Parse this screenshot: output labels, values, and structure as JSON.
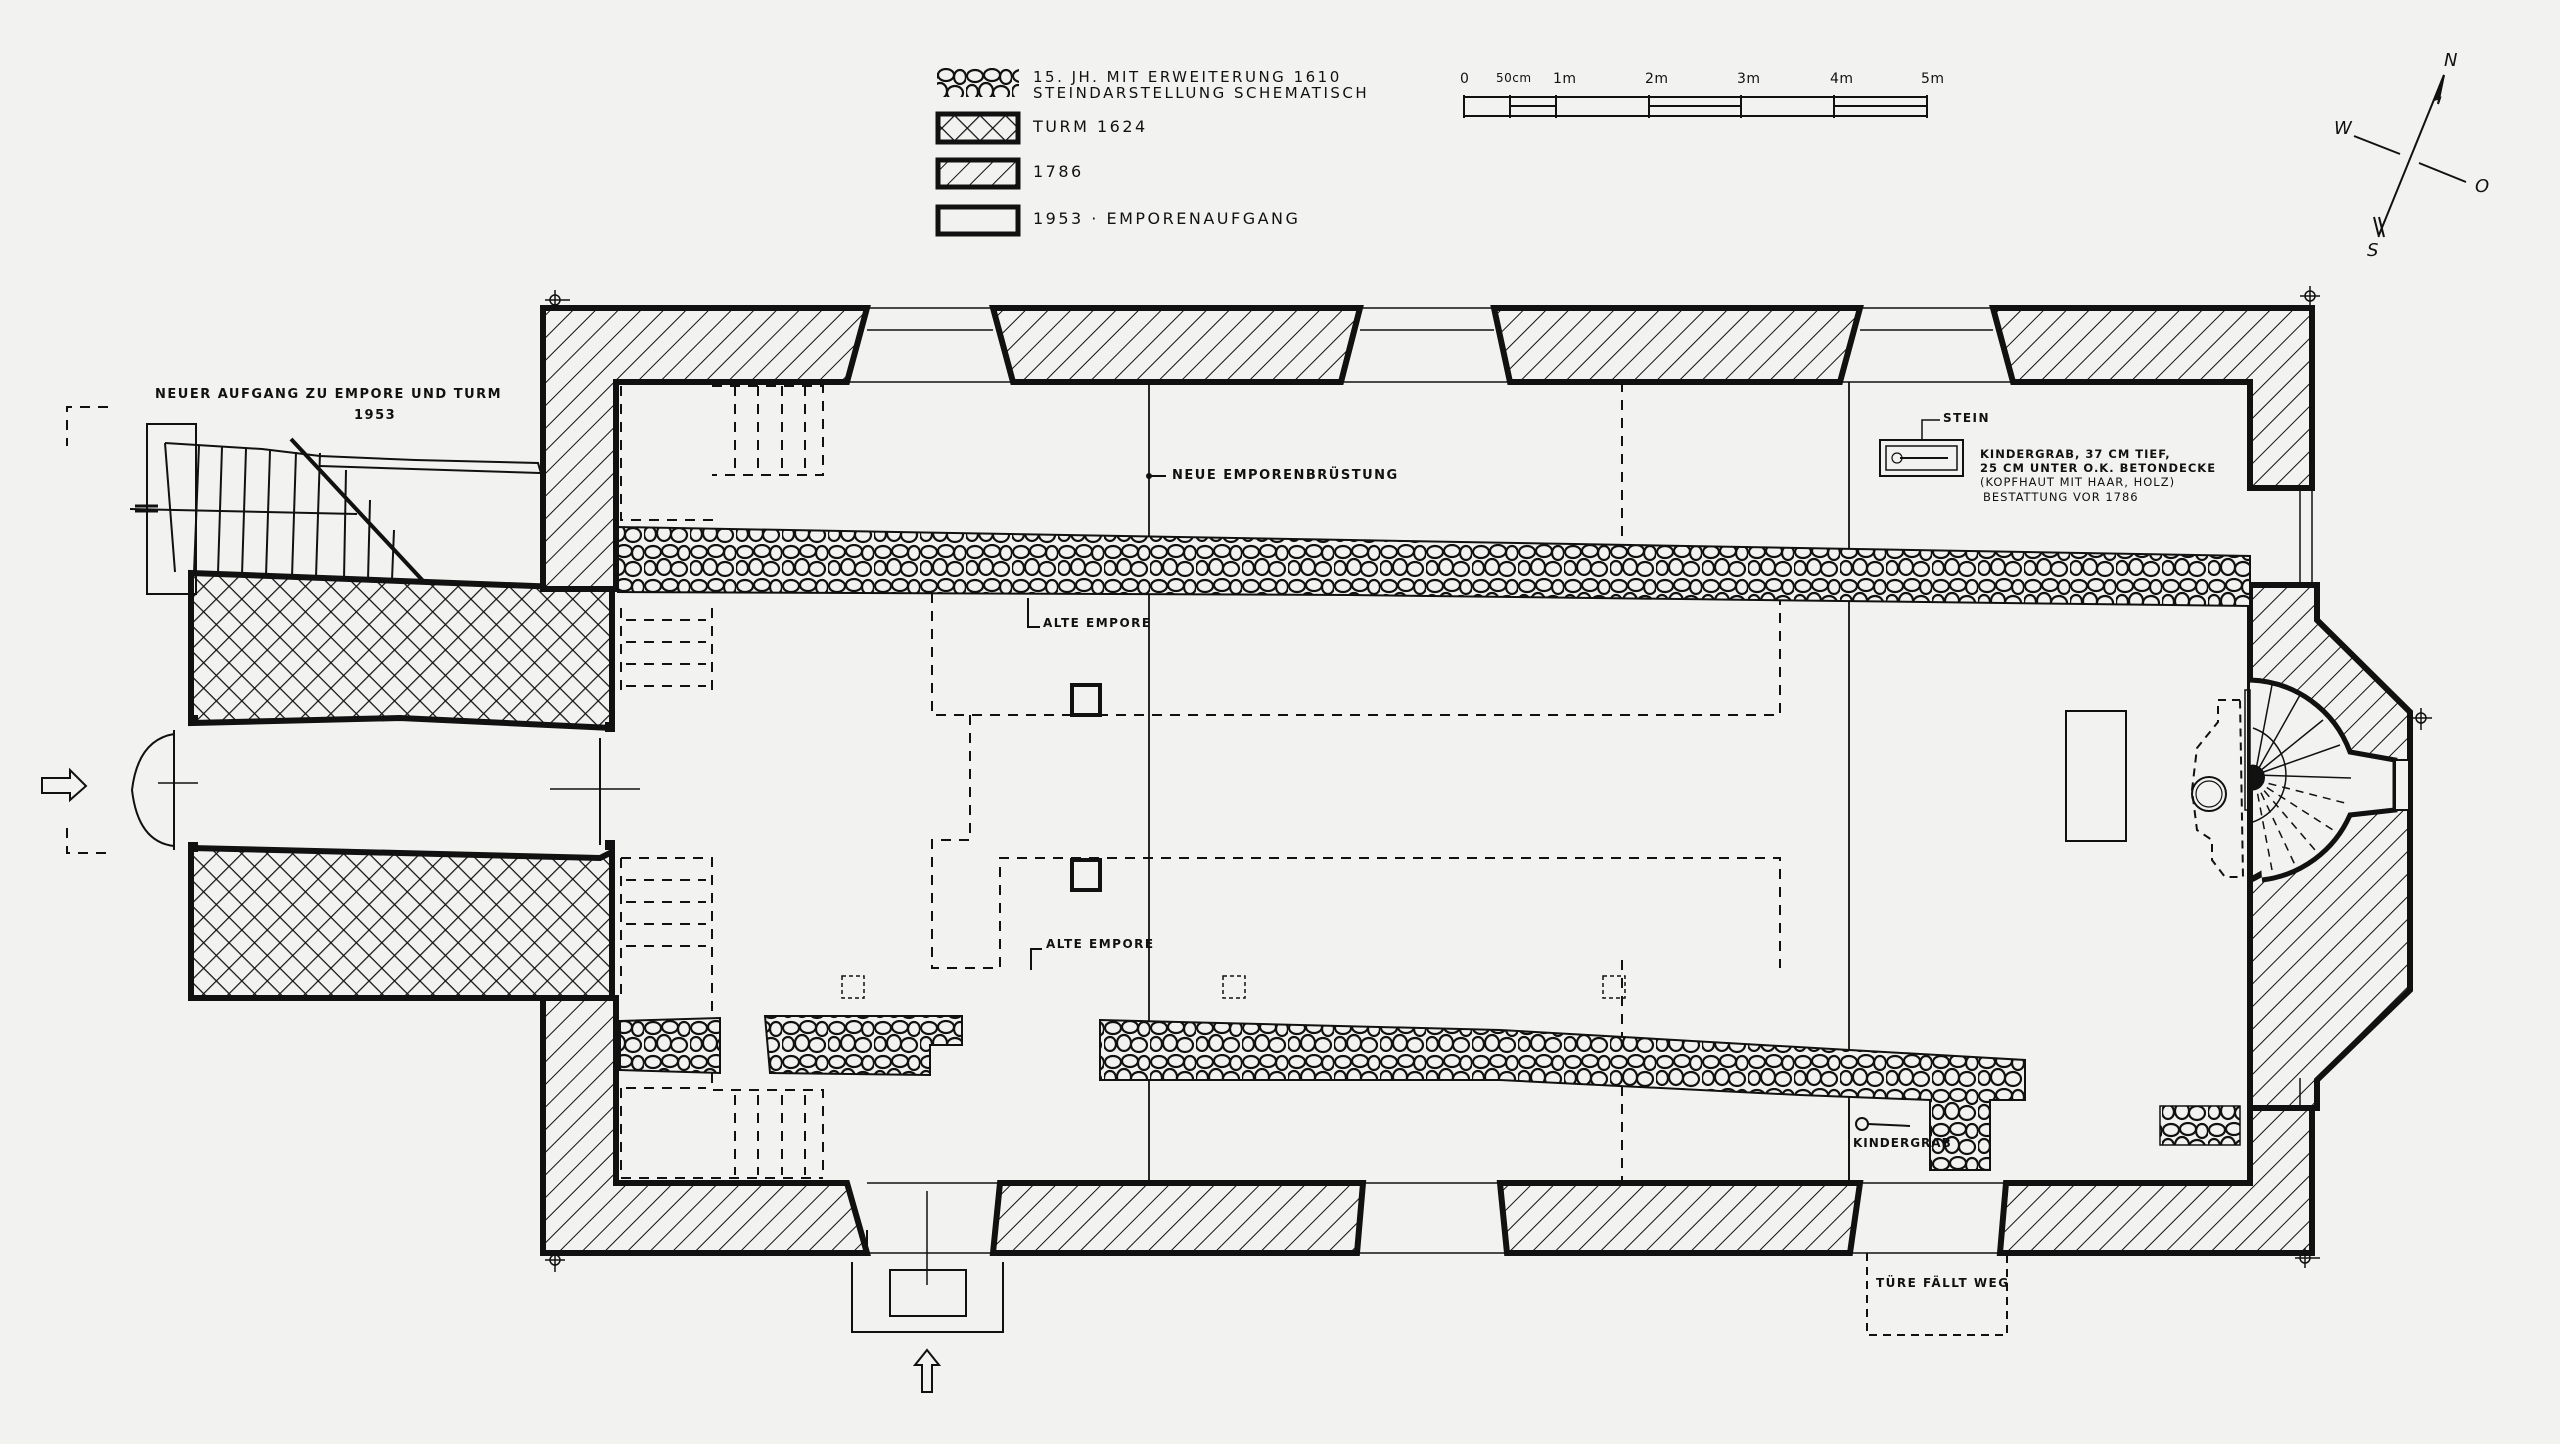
{
  "legend": {
    "items": [
      {
        "pattern": "stone",
        "label_line1": "15. JH.  MIT ERWEITERUNG 1610",
        "label_line2": "STEINDARSTELLUNG SCHEMATISCH"
      },
      {
        "pattern": "crosshatch",
        "label_line1": "TURM  1624"
      },
      {
        "pattern": "diagonal-hatch",
        "label_line1": "1786"
      },
      {
        "pattern": "empty",
        "label_line1": "1953 · EMPORENAUFGANG"
      }
    ]
  },
  "scale_bar": {
    "ticks": [
      "0",
      "50cm",
      "1m",
      "2m",
      "3m",
      "4m",
      "5m"
    ]
  },
  "compass": {
    "north": "N",
    "west": "W",
    "east": "O",
    "south": "S"
  },
  "annotations": {
    "new_stair": {
      "line1": "NEUER AUFGANG ZU EMPORE UND TURM",
      "line2": "1953"
    },
    "new_gallery_parapet": "NEUE EMPORENBRÜSTUNG",
    "old_gallery_north": "ALTE EMPORE",
    "old_gallery_south": "ALTE EMPORE",
    "stone": "STEIN",
    "child_grave_note": {
      "line1": "KINDERGRAB, 37 CM TIEF,",
      "line2": "25 CM UNTER O.K. BETONDECKE",
      "line3": "(KOPFHAUT MIT HAAR, HOLZ)",
      "line4": "BESTATTUNG VOR 1786"
    },
    "child_grave_label": "KINDERGRAB",
    "door_removed": "TÜRE FÄLLT WEG"
  },
  "colors": {
    "paper": "#f2f2f1",
    "ink": "#111111"
  }
}
